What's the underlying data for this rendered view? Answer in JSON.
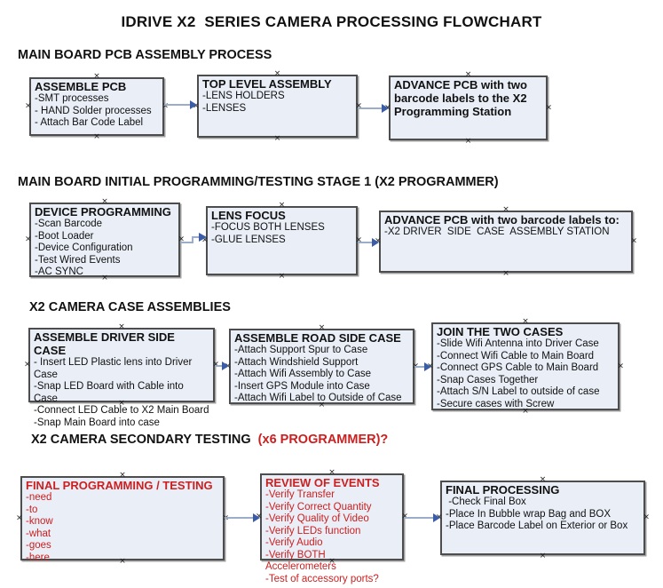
{
  "title": "IDRIVE X2  SERIES CAMERA PROCESSING FLOWCHART",
  "anchor_glyph": "×",
  "colors": {
    "box_fill": "#e9eef7",
    "box_border": "#4d4d4d",
    "arrow_shaft": "#9badc8",
    "arrow_head": "#3b5ca6",
    "accent_red": "#cc1f1f",
    "text": "#111111"
  },
  "sections": [
    {
      "heading": "MAIN BOARD PCB ASSEMBLY PROCESS"
    },
    {
      "heading": "MAIN BOARD INITIAL PROGRAMMING/TESTING STAGE 1 (X2 PROGRAMMER)"
    },
    {
      "heading": "X2 CAMERA CASE ASSEMBLIES"
    },
    {
      "heading": "X2 CAMERA SECONDARY TESTING  ",
      "heading_red": "(x6 PROGRAMMER)?"
    }
  ],
  "boxes": [
    {
      "title": "ASSEMBLE PCB",
      "items": [
        "-SMT processes",
        "- HAND Solder processes",
        "- Attach Bar Code Label"
      ]
    },
    {
      "title": "TOP LEVEL ASSEMBLY",
      "items": [
        "-LENS HOLDERS",
        "-LENSES"
      ]
    },
    {
      "title": "ADVANCE PCB with two barcode labels to the X2 Programming Station",
      "items": []
    },
    {
      "title": "DEVICE PROGRAMMING",
      "items": [
        "-Scan Barcode",
        "-Boot Loader",
        "-Device Configuration",
        "-Test Wired Events",
        "-AC SYNC"
      ]
    },
    {
      "title": "LENS FOCUS",
      "items": [
        "-FOCUS BOTH LENSES",
        "-GLUE LENSES"
      ]
    },
    {
      "title": "ADVANCE PCB with two barcode labels to:",
      "items": [
        "-X2 DRIVER  SIDE  CASE  ASSEMBLY STATION"
      ]
    },
    {
      "title": "ASSEMBLE DRIVER SIDE CASE",
      "items": [
        "- Insert LED Plastic lens into Driver Case",
        "-Snap LED Board with Cable into Case",
        "-Connect LED Cable to X2 Main Board",
        "-Snap Main Board into case"
      ]
    },
    {
      "title": "ASSEMBLE ROAD SIDE CASE",
      "items": [
        "-Attach Support Spur to Case",
        "-Attach Windshield Support",
        "-Attach Wifi Assembly to Case",
        "-Insert GPS Module into Case",
        "-Attach Wifi Label to Outside of Case"
      ]
    },
    {
      "title": "JOIN THE TWO CASES",
      "items": [
        "-Slide Wifi Antenna into Driver Case",
        "-Connect Wifi Cable to Main Board",
        "-Connect GPS Cable to Main Board",
        "-Snap Cases Together",
        "-Attach S/N Label to outside of case",
        "-Secure cases with Screw"
      ]
    },
    {
      "title": "FINAL PROGRAMMING / TESTING",
      "items": [
        "-need",
        "-to",
        "-know",
        "-what",
        "-goes",
        "-here"
      ]
    },
    {
      "title": "REVIEW OF EVENTS",
      "items": [
        "-Verify Transfer",
        "-Verify Correct Quantity",
        "-Verify Quality of Video",
        "-Verify LEDs function",
        "-Verify Audio",
        "-Verify BOTH Accelerometers",
        "-Test of accessory ports?"
      ]
    },
    {
      "title": "FINAL PROCESSING",
      "items": [
        " -Check Final Box",
        "-Place In Bubble wrap Bag and BOX",
        "-Place Barcode Label on Exterior or Box"
      ]
    }
  ]
}
